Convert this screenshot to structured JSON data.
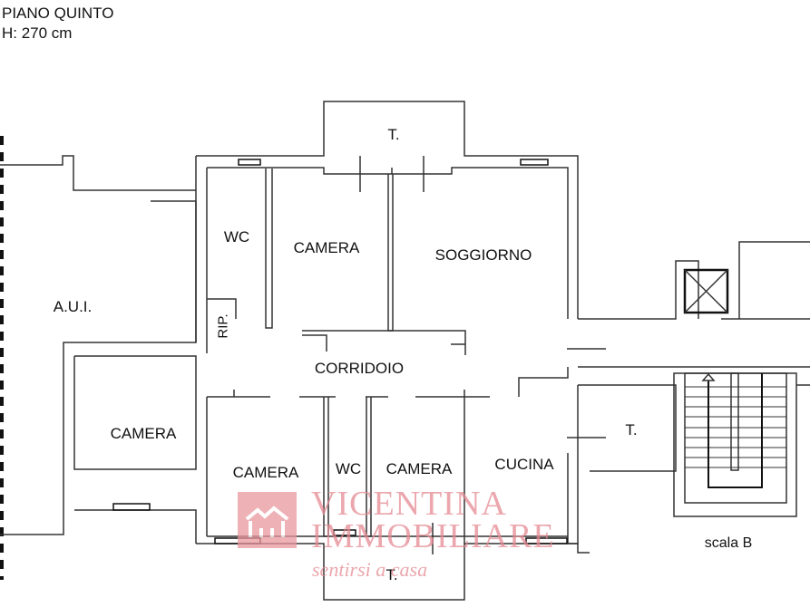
{
  "header": {
    "floor": "PIANO QUINTO",
    "height": "H: 270 cm"
  },
  "rooms": {
    "terrace_top": "T.",
    "wc_top": "WC",
    "camera_top": "CAMERA",
    "soggiorno": "SOGGIORNO",
    "aui": "A.U.I.",
    "rip": "RIP.",
    "corridoio": "CORRIDOIO",
    "camera_left": "CAMERA",
    "camera_bottom_left": "CAMERA",
    "wc_bottom": "WC",
    "camera_bottom_right": "CAMERA",
    "cucina": "CUCINA",
    "terrace_right": "T.",
    "terrace_bottom": "T.",
    "stairs": "scala B"
  },
  "watermark": {
    "line1": "VICENTINA",
    "line2": "IMMOBILIARE",
    "tagline": "sentirsi a casa",
    "color": "#e58a92"
  },
  "colors": {
    "wall": "#222222",
    "background": "#ffffff"
  }
}
